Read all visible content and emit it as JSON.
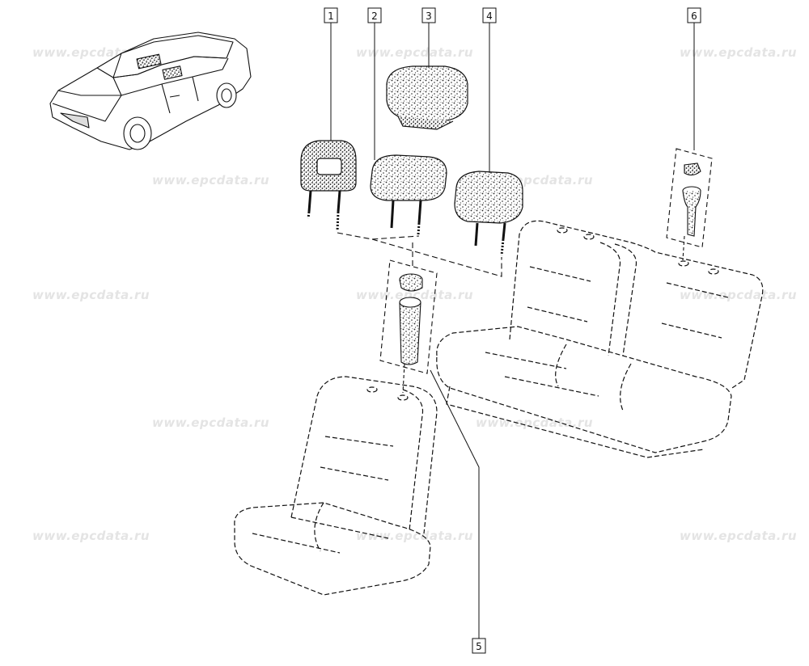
{
  "watermark": "www.epcdata.ru",
  "callouts": [
    {
      "id": "1",
      "label": "1"
    },
    {
      "id": "2",
      "label": "2"
    },
    {
      "id": "3",
      "label": "3"
    },
    {
      "id": "4",
      "label": "4"
    },
    {
      "id": "5",
      "label": "5"
    },
    {
      "id": "6",
      "label": "6"
    }
  ]
}
